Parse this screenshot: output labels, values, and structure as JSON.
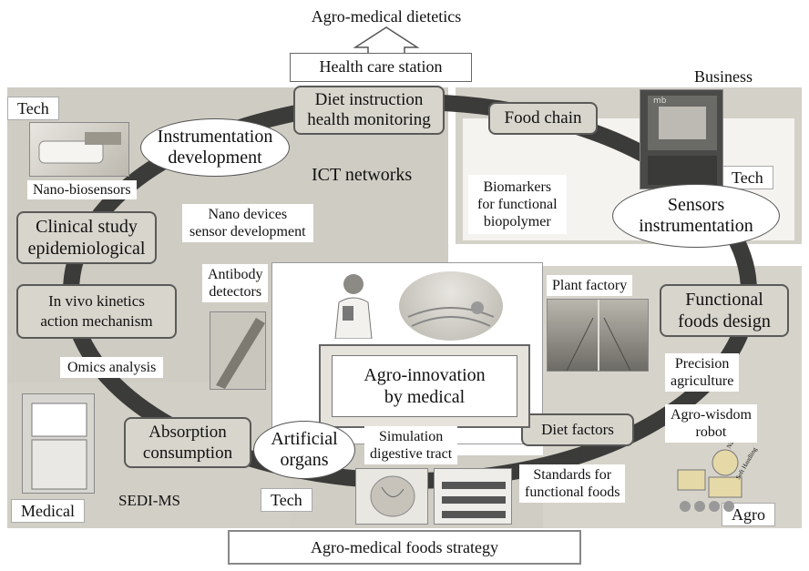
{
  "top_arrow_label": "Agro-medical dietetics",
  "health_station": "Health care station",
  "bottom_strategy": "Agro-medical foods strategy",
  "center": {
    "line1": "Agro-innovation",
    "line2": "by medical"
  },
  "quadrants": {
    "business": "Business",
    "tech_top_left": "Tech",
    "tech_right": "Tech",
    "tech_bottom": "Tech",
    "medical": "Medical",
    "agro": "Agro"
  },
  "boxes": {
    "diet_instruction": {
      "line1": "Diet instruction",
      "line2": "health monitoring"
    },
    "food_chain": "Food chain",
    "clinical": {
      "line1": "Clinical study",
      "line2": "epidemiological"
    },
    "invivo": {
      "line1": "In vivo kinetics",
      "line2": "action mechanism"
    },
    "functional_foods": {
      "line1": "Functional",
      "line2": "foods design"
    },
    "absorption": {
      "line1": "Absorption",
      "line2": "consumption"
    },
    "diet_factors": "Diet factors"
  },
  "ovals": {
    "instrumentation": {
      "line1": "Instrumentation",
      "line2": "development"
    },
    "sensors": {
      "line1": "Sensors",
      "line2": "instrumentation"
    },
    "artificial": {
      "line1": "Artificial",
      "line2": "organs"
    }
  },
  "labels": {
    "ict": "ICT networks",
    "nano_bio": "Nano-biosensors",
    "nano_dev": {
      "line1": "Nano devices",
      "line2": "sensor development"
    },
    "biomarkers": {
      "line1": "Biomarkers",
      "line2": "for functional",
      "line3": "biopolymer"
    },
    "antibody": {
      "line1": "Antibody",
      "line2": "detectors"
    },
    "plant_factory": "Plant factory",
    "omics": "Omics analysis",
    "precision": {
      "line1": "Precision",
      "line2": "agriculture"
    },
    "agro_wisdom": {
      "line1": "Agro-wisdom",
      "line2": "robot"
    },
    "simulation": {
      "line1": "Simulation",
      "line2": "digestive tract"
    },
    "standards": {
      "line1": "Standards for",
      "line2": "functional foods"
    },
    "sedi": "SEDI-MS"
  },
  "robot_texts": {
    "a": "Natural Cognition",
    "b": "Soft Handling"
  },
  "colors": {
    "quad_fill": "#d2cfc6",
    "box_fill": "#d8d5cd",
    "ring": "#3b3b39",
    "border": "#5a5a58"
  }
}
